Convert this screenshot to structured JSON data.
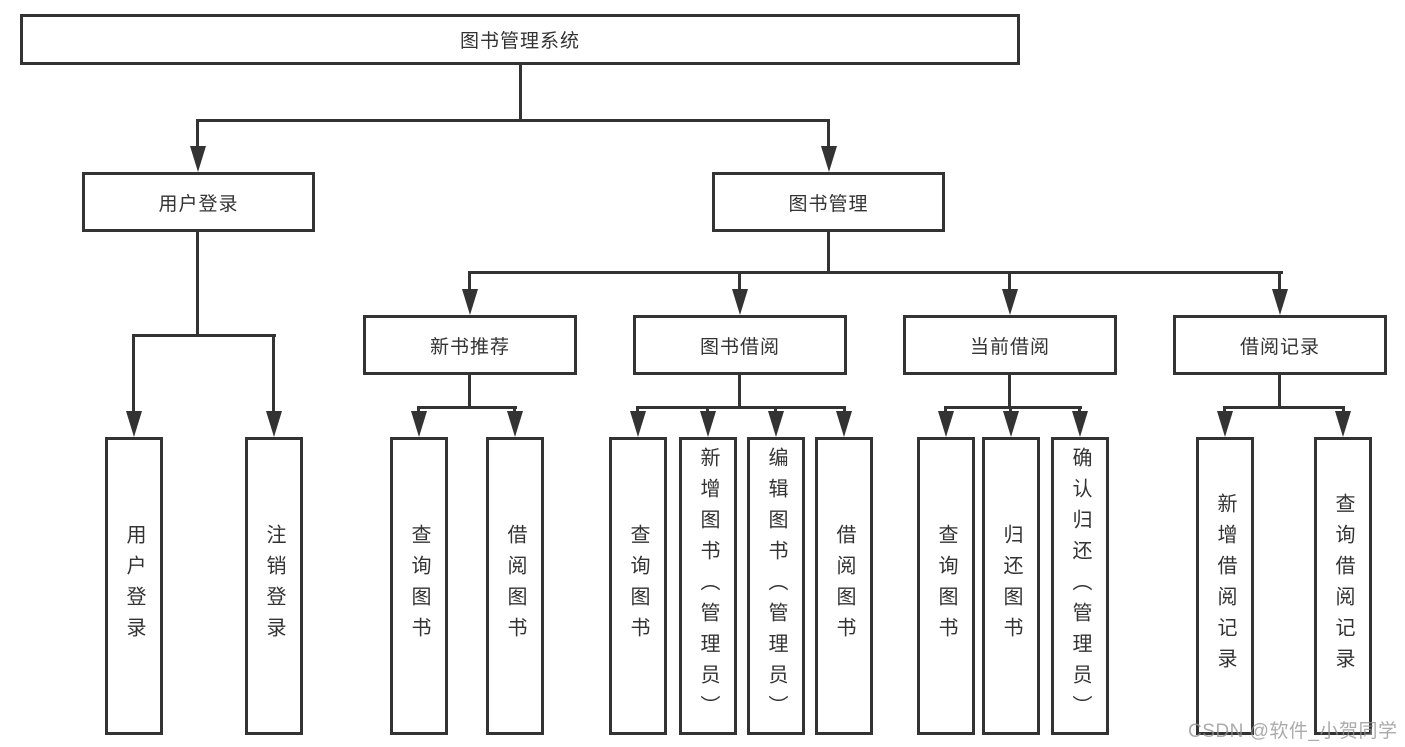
{
  "diagram": {
    "root": {
      "label": "图书管理系统"
    },
    "branches": [
      {
        "label": "用户登录",
        "children": [
          {
            "label": "用户登录"
          },
          {
            "label": "注销登录"
          }
        ]
      },
      {
        "label": "图书管理",
        "children": [
          {
            "label": "新书推荐",
            "children": [
              {
                "label": "查询图书"
              },
              {
                "label": "借阅图书"
              }
            ]
          },
          {
            "label": "图书借阅",
            "children": [
              {
                "label": "查询图书"
              },
              {
                "label": "新增图书（管理员）"
              },
              {
                "label": "编辑图书（管理员）"
              },
              {
                "label": "借阅图书"
              }
            ]
          },
          {
            "label": "当前借阅",
            "children": [
              {
                "label": "查询图书"
              },
              {
                "label": "归还图书"
              },
              {
                "label": "确认归还（管理员）"
              }
            ]
          },
          {
            "label": "借阅记录",
            "children": [
              {
                "label": "新增借阅记录"
              },
              {
                "label": "查询借阅记录"
              }
            ]
          }
        ]
      }
    ]
  },
  "watermark": {
    "text": "CSDN @软件_小贺同学"
  },
  "colors": {
    "line": "#333333",
    "box_border": "#333333",
    "text": "#333333",
    "background": "#ffffff",
    "watermark": "#949494"
  }
}
